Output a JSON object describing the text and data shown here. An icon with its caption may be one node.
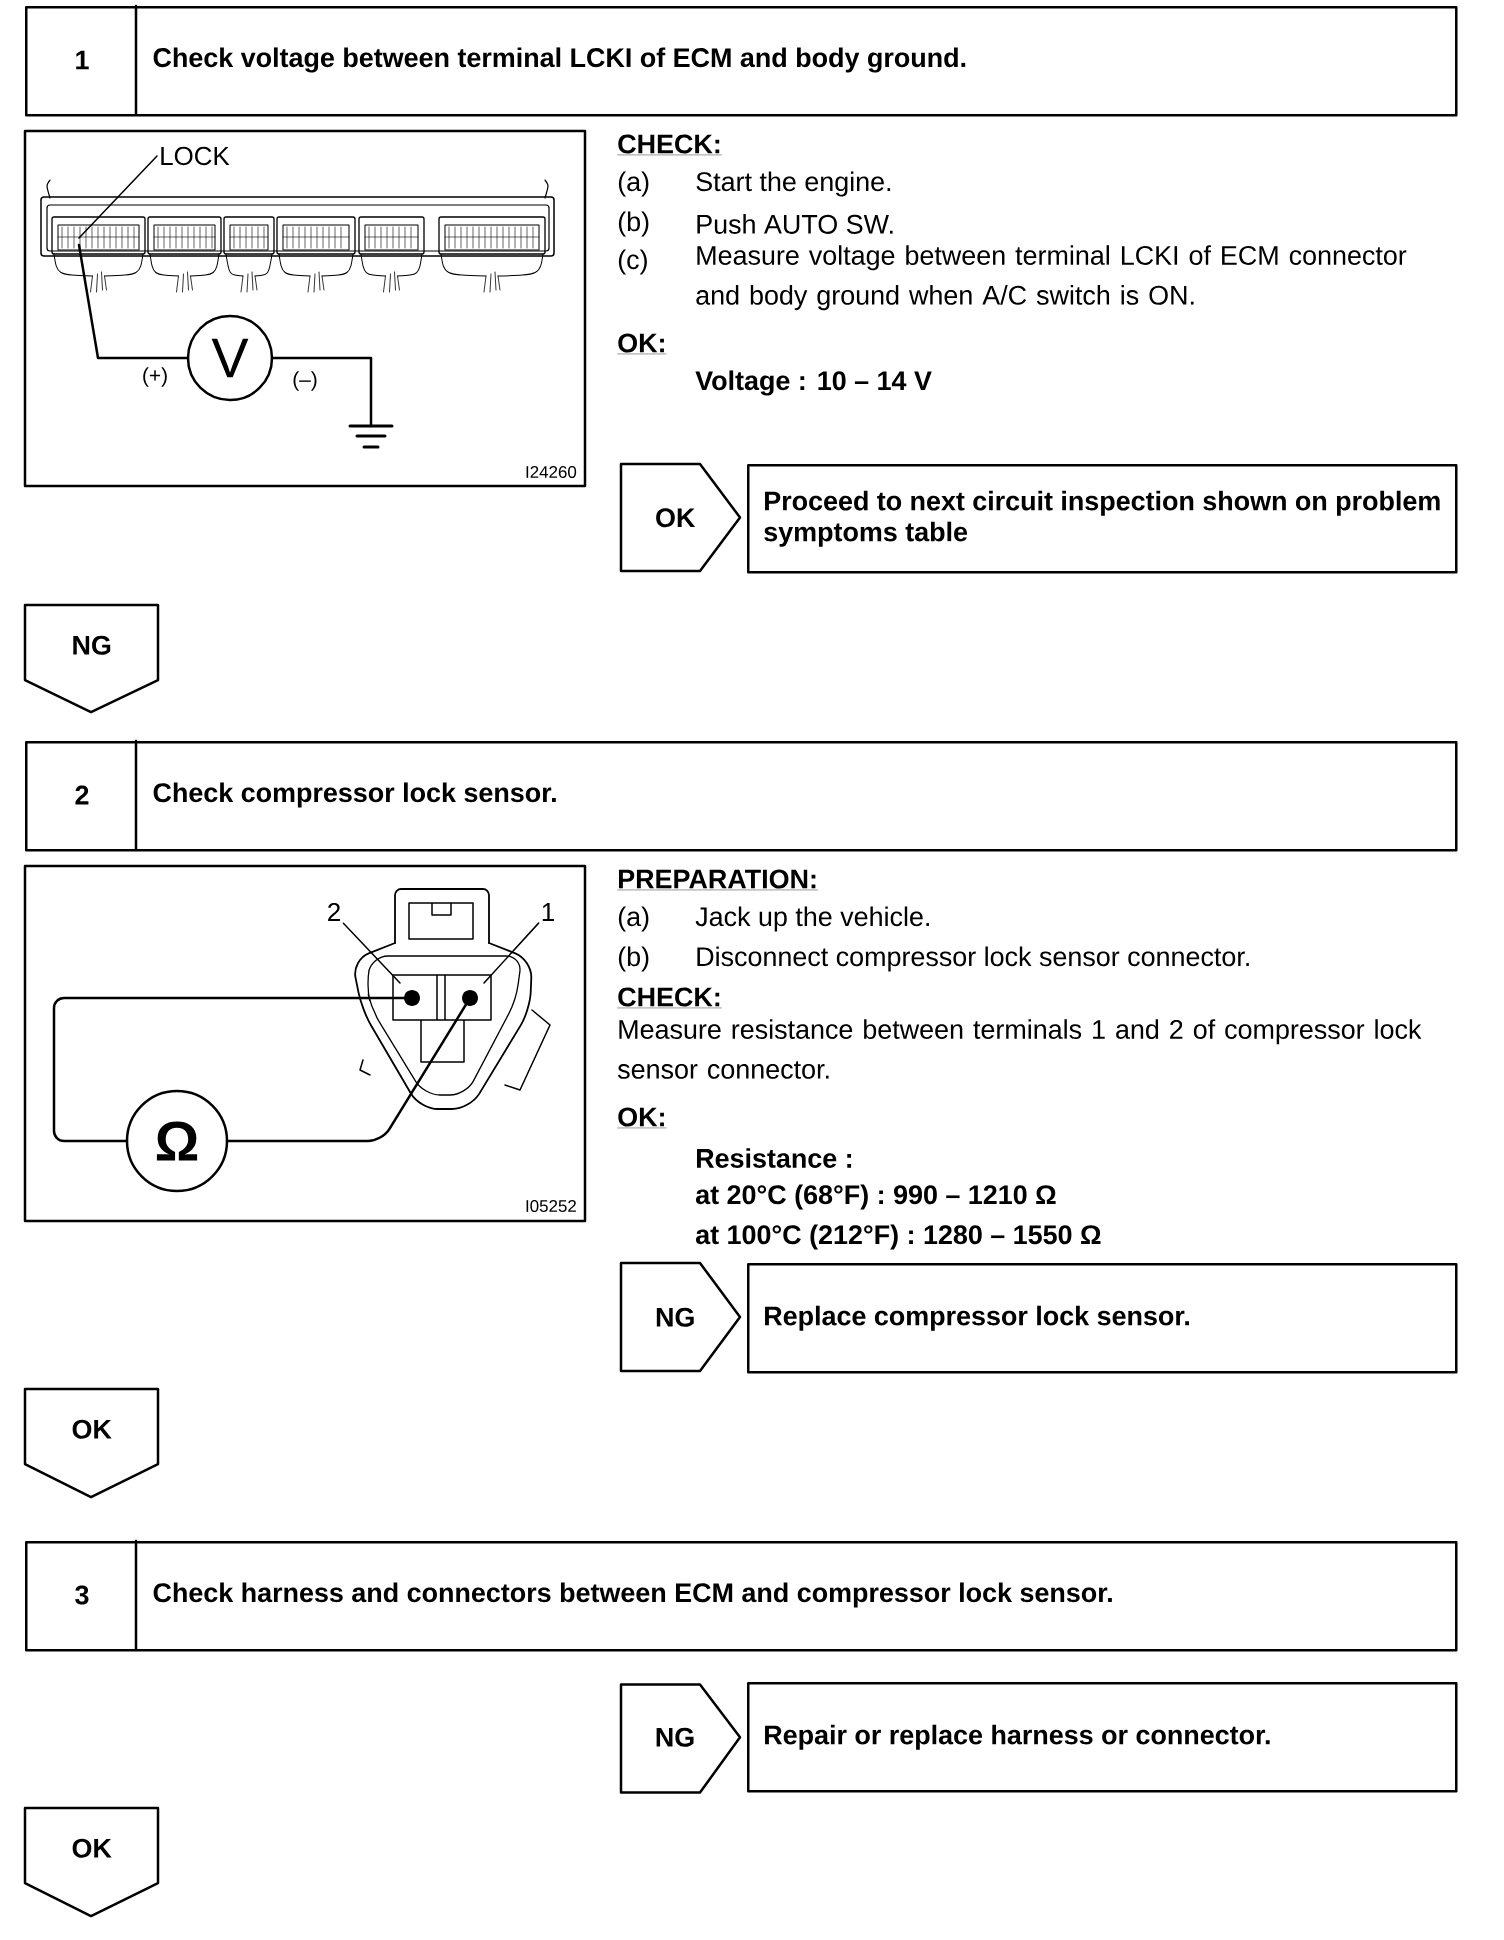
{
  "diagram": {
    "nodes": [
      {
        "text": [
          "1",
          "Check voltage between terminal LCKI of ECM and body ground."
        ]
      },
      {
        "text": [
          "OK"
        ]
      },
      {
        "text": [
          "Proceed to next circuit inspection shown on problem symptoms table"
        ]
      },
      {
        "text": [
          "NG"
        ]
      },
      {
        "text": [
          "2",
          "Check compressor lock sensor."
        ]
      },
      {
        "text": [
          "NG"
        ]
      },
      {
        "text": [
          "Replace compressor lock sensor."
        ]
      },
      {
        "text": [
          "OK"
        ]
      },
      {
        "text": [
          "3",
          "Check harness and connectors between ECM and compressor lock sensor."
        ]
      },
      {
        "text": [
          "NG"
        ]
      },
      {
        "text": [
          "Repair or replace harness or connector."
        ]
      },
      {
        "text": [
          "OK"
        ]
      },
      {
        "text": [
          "LOCK"
        ]
      },
      {
        "text": [
          "2"
        ]
      },
      {
        "text": [
          "1"
        ]
      }
    ],
    "edges": [
      {
        "from": 12,
        "to": null,
        "arrow": "none"
      },
      {
        "from": 13,
        "to": null,
        "arrow": "none"
      },
      {
        "from": 14,
        "to": null,
        "arrow": "none"
      },
      {
        "from": 8,
        "to": 10,
        "arrow": "to"
      }
    ],
    "labels": [
      "(+)",
      "V",
      "(–)",
      "I24260",
      "CHECK:",
      "(a)",
      "Start the engine.",
      "(b)",
      "Push AUTO SW.",
      "(c)",
      "Measure voltage between terminal LCKI of ECM connector and body ground when A/C switch is ON.",
      "OK:",
      "Voltage : 10 – 14 V",
      "Ω",
      "I05252",
      "PREPARATION:",
      "(a)",
      "Jack up the vehicle.",
      "(b)",
      "Disconnect compressor lock sensor connector.",
      "CHECK:",
      "Measure resistance between terminals 1 and 2 of compressor lock sensor connector.",
      "OK:",
      "Resistance :",
      "at 20°C (68°F) : 990 – 1210 Ω",
      "at 100°C (212°F) : 1280 – 1550 Ω"
    ]
  }
}
